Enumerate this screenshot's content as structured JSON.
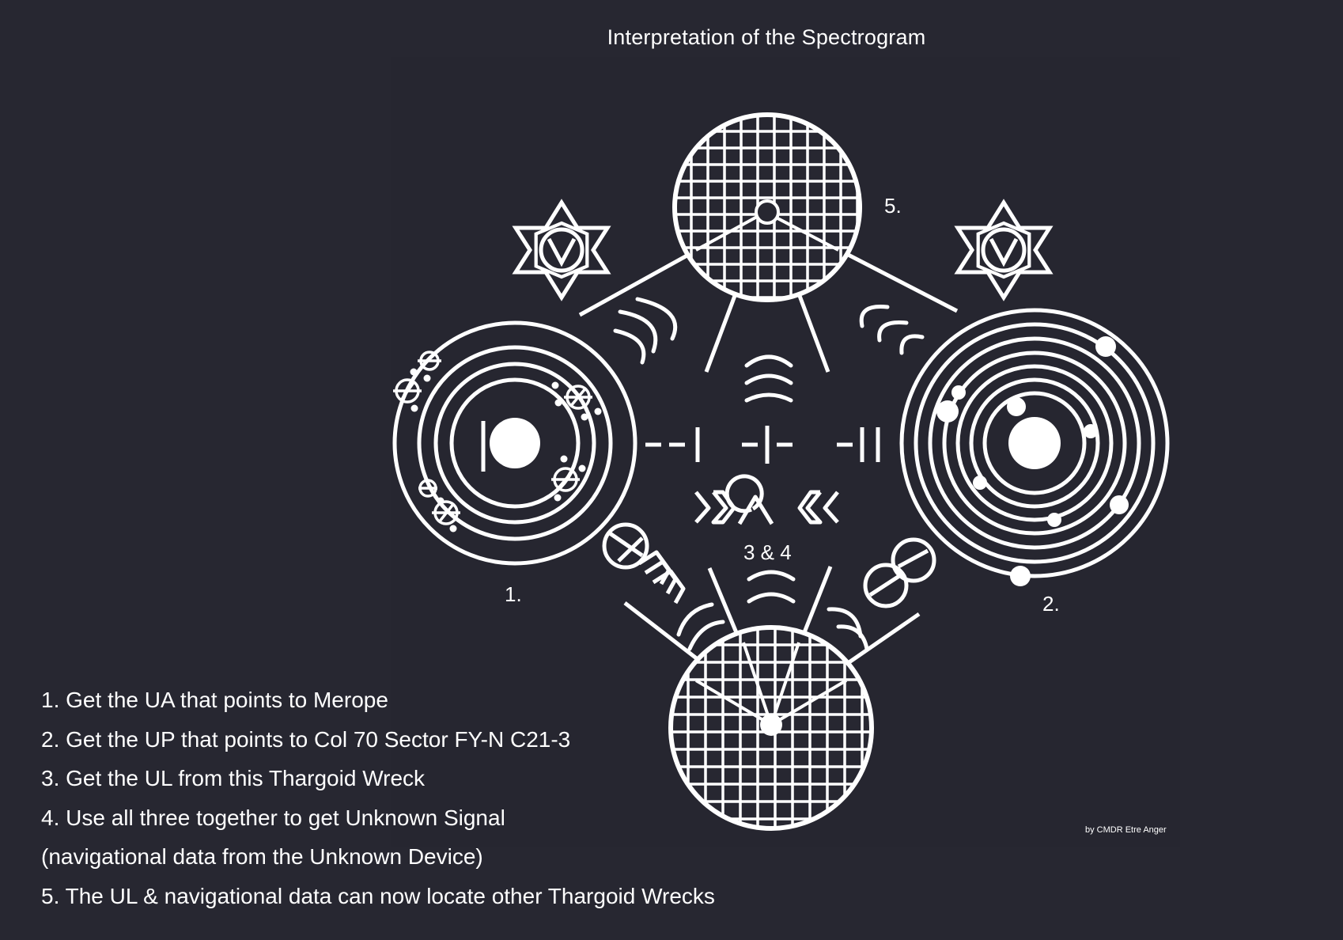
{
  "title": "Interpretation of the Spectrogram",
  "labels": {
    "one": "1.",
    "two": "2.",
    "five": "5.",
    "three_four": "3 & 4"
  },
  "instructions": [
    "1. Get the UA that points to Merope",
    "2. Get the UP that points to Col 70 Sector FY-N C21-3",
    "3. Get the UL from this Thargoid Wreck",
    "4. Use all three together to get Unknown Signal",
    "(navigational data from the Unknown Device)",
    "5. The UL & navigational data can now locate other Thargoid Wrecks"
  ],
  "credit": "by CMDR Etre Anger",
  "colors": {
    "background": "#272731",
    "foreground": "#ffffff"
  }
}
